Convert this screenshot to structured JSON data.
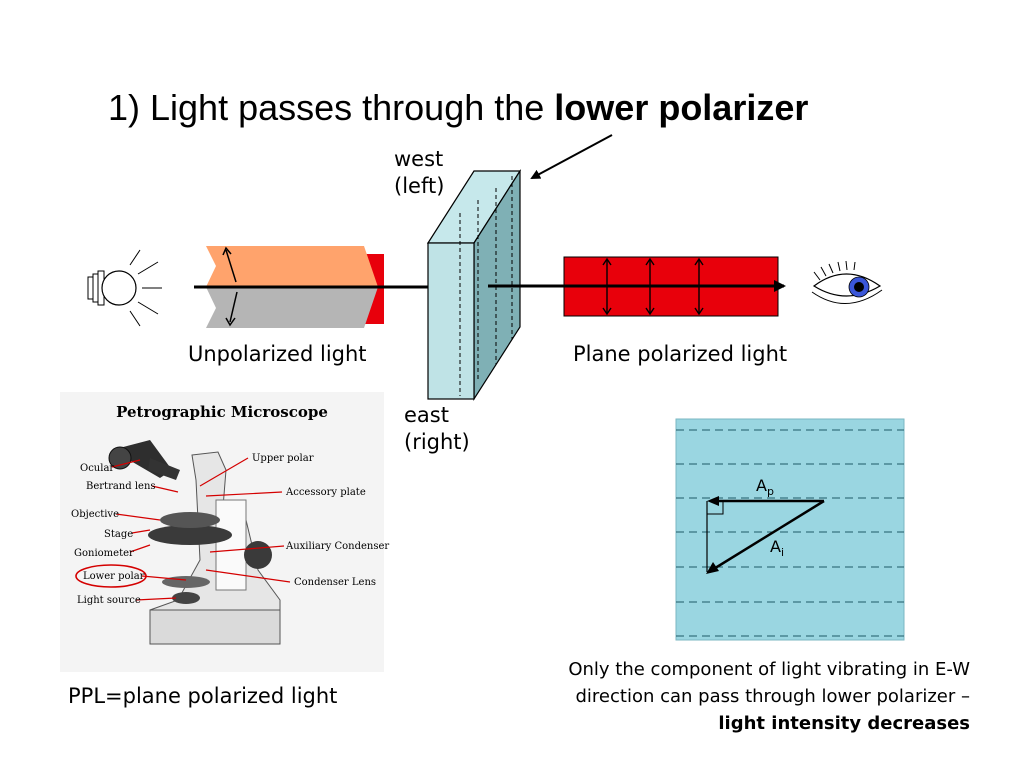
{
  "title": {
    "prefix": "1) Light passes through the ",
    "bold": "lower polarizer"
  },
  "labels": {
    "west": "west",
    "west_sub": "(left)",
    "east": "east",
    "east_sub": "(right)",
    "unpolarized": "Unpolarized light",
    "plane_polarized": "Plane polarized light",
    "ppl": "PPL=plane polarized light"
  },
  "caption": {
    "line1": "Only the component of light vibrating in E-W",
    "line2": "direction can pass through lower polarizer –",
    "line3": "light intensity decreases"
  },
  "microscope": {
    "heading": "Petrographic Microscope",
    "parts_left": [
      "Ocular",
      "Bertrand lens",
      "Objective",
      "Stage",
      "Goniometer",
      "Lower polar",
      "Light source"
    ],
    "parts_right": [
      "Upper polar",
      "Accessory plate",
      "Auxiliary Condenser",
      "Condenser Lens"
    ]
  },
  "vector_diagram": {
    "ap": "A",
    "ap_sub": "p",
    "ai": "A",
    "ai_sub": "i"
  },
  "colors": {
    "orange": "#FFA36C",
    "grey": "#B5B5B5",
    "red": "#E8000B",
    "polarizer": "#BFE3E6",
    "panel": "#9AD6E1",
    "eye_iris": "#3A56D8"
  },
  "icons": [
    "light-bulb-icon",
    "eye-icon"
  ]
}
